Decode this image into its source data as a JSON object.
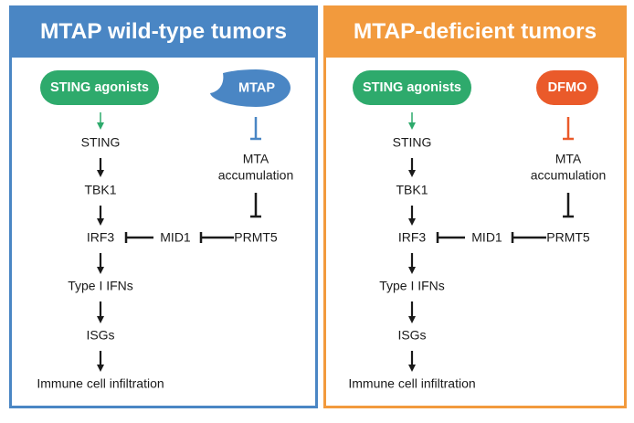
{
  "colors": {
    "wildtype_accent": "#4a86c4",
    "deficient_accent": "#f29a3d",
    "sting_agonist_pill": "#2eaa6c",
    "dfmo_pill": "#ea5a2a",
    "mtap_shape": "#4a86c4",
    "arrow_default": "#1a1a1a"
  },
  "panels": [
    {
      "id": "wildtype",
      "title": "MTAP wild-type tumors",
      "drug": "STING agonists",
      "inhibitor": "MTAP",
      "chain": [
        "STING",
        "TBK1",
        "IRF3",
        "Type I IFNs",
        "ISGs",
        "Immune cell infiltration"
      ],
      "mta": [
        "MTA",
        "accumulation"
      ],
      "prmt5": "PRMT5",
      "mid1": "MID1"
    },
    {
      "id": "deficient",
      "title": "MTAP-deficient tumors",
      "drug": "STING agonists",
      "inhibitor": "DFMO",
      "chain": [
        "STING",
        "TBK1",
        "IRF3",
        "Type I IFNs",
        "ISGs",
        "Immune cell infiltration"
      ],
      "mta": [
        "MTA",
        "accumulation"
      ],
      "prmt5": "PRMT5",
      "mid1": "MID1"
    }
  ]
}
